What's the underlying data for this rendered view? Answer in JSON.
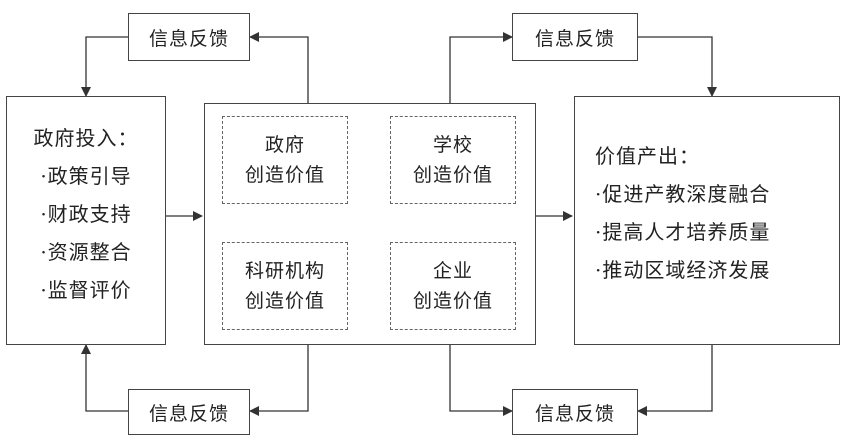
{
  "feedback": {
    "top_left": "信息反馈",
    "top_right": "信息反馈",
    "bottom_left": "信息反馈",
    "bottom_right": "信息反馈"
  },
  "left_panel": {
    "title": "政府投入：",
    "items": [
      "·政策引导",
      "·财政支持",
      "·资源整合",
      "·监督评价"
    ]
  },
  "center": {
    "government": [
      "政府",
      "创造价值"
    ],
    "school": [
      "学校",
      "创造价值"
    ],
    "research": [
      "科研机构",
      "创造价值"
    ],
    "enterprise": [
      "企业",
      "创造价值"
    ]
  },
  "right_panel": {
    "title": "价值产出：",
    "items": [
      "·促进产教深度融合",
      "·提高人才培养质量",
      "·推动区域经济发展"
    ]
  }
}
